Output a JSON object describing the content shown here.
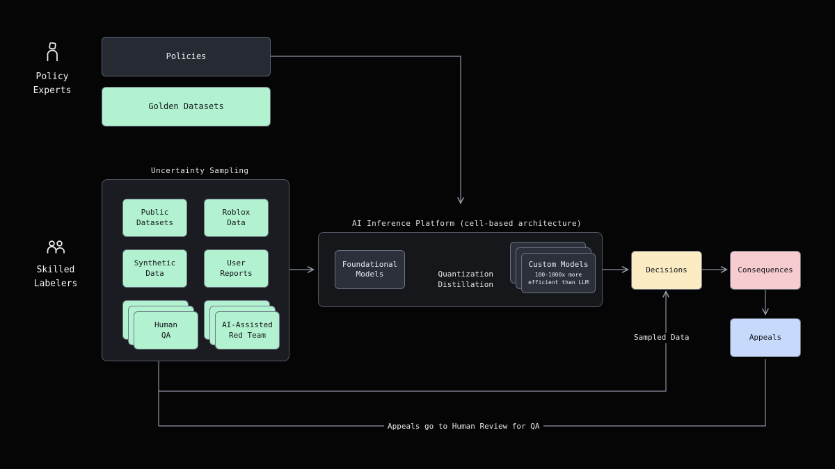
{
  "meta": {
    "background": "#050505",
    "accent_mint": "#b2f2d0",
    "accent_yellow": "#fbecc3",
    "accent_pink": "#f7ccd0",
    "accent_blue": "#c8dafb",
    "panel_dark": "#262a33",
    "line_color": "#8e94a3"
  },
  "actors": {
    "policy_experts": {
      "icon": "person-icon",
      "line1": "Policy",
      "line2": "Experts"
    },
    "skilled_labelers": {
      "icon": "people-icon",
      "line1": "Skilled",
      "line2": "Labelers"
    }
  },
  "top_boxes": {
    "policies": {
      "label": "Policies"
    },
    "golden_datasets": {
      "label": "Golden Datasets"
    }
  },
  "uncertainty_sampling": {
    "title": "Uncertainty Sampling",
    "cards": [
      {
        "line1": "Public",
        "line2": "Datasets",
        "stacked": false
      },
      {
        "line1": "Roblox",
        "line2": "Data",
        "stacked": false
      },
      {
        "line1": "Synthetic",
        "line2": "Data",
        "stacked": false
      },
      {
        "line1": "User",
        "line2": "Reports",
        "stacked": false
      },
      {
        "line1": "Human",
        "line2": "QA",
        "stacked": true
      },
      {
        "line1": "AI-Assisted",
        "line2": "Red Team",
        "stacked": true
      }
    ]
  },
  "inference_platform": {
    "title": "AI Inference Platform (cell-based architecture)",
    "foundational_models": {
      "line1": "Foundational",
      "line2": "Models"
    },
    "transform_label": {
      "line1": "Quantization",
      "line2": "Distillation"
    },
    "custom_models": {
      "title": "Custom Models",
      "sub1": "100-1000x more",
      "sub2": "efficient than LLM",
      "stacked": true
    }
  },
  "outcomes": {
    "decisions": {
      "label": "Decisions"
    },
    "consequences": {
      "label": "Consequences"
    },
    "appeals": {
      "label": "Appeals"
    }
  },
  "edge_labels": {
    "sampled_data": "Sampled Data",
    "appeals_review": "Appeals go to Human Review for QA"
  }
}
